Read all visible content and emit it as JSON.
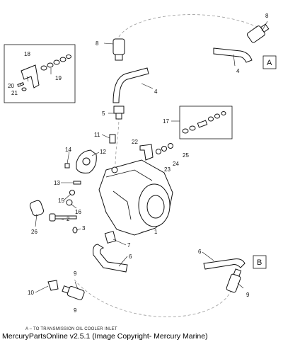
{
  "diagram": {
    "callouts": [
      "1",
      "2",
      "3",
      "4",
      "5",
      "6",
      "7",
      "8",
      "9",
      "10",
      "11",
      "12",
      "13",
      "14",
      "15",
      "16",
      "17",
      "18",
      "19",
      "20",
      "21",
      "22",
      "23",
      "24",
      "25",
      "26"
    ],
    "box_labels": {
      "a": "A",
      "b": "B"
    },
    "caption_partial": "A – TO TRANSMISSION OIL COOLER INLET"
  },
  "footer": {
    "credit": "MercuryPartsOnline v2.5.1 (Image Copyright- Mercury Marine)"
  }
}
